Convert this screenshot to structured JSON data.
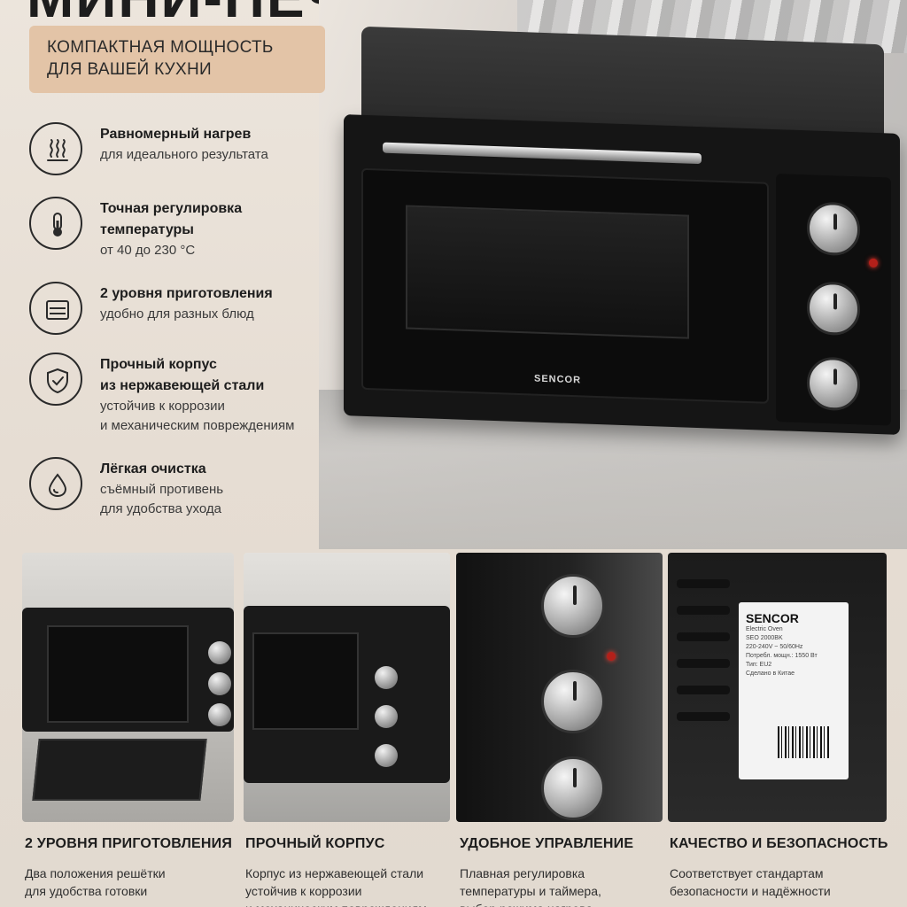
{
  "header": {
    "title": "МИНИ-ПЕЧЬ",
    "badge_lines": [
      "КОМПАКТНАЯ МОЩНОСТЬ",
      "ДЛЯ ВАШЕЙ КУХНИ"
    ]
  },
  "features": [
    {
      "icon": "heat-waves-icon",
      "title_lines": [
        "Равномерный нагрев"
      ],
      "desc_lines": [
        "для идеального результата"
      ]
    },
    {
      "icon": "thermometer-icon",
      "title_lines": [
        "Точная регулировка",
        "температуры"
      ],
      "desc_lines": [
        "от 40 до 230 °C"
      ]
    },
    {
      "icon": "oven-levels-icon",
      "title_lines": [
        "2 уровня приготовления"
      ],
      "desc_lines": [
        "удобно для разных блюд"
      ]
    },
    {
      "icon": "shield-check-icon",
      "title_lines": [
        "Прочный корпус",
        "из нержавеющей стали"
      ],
      "desc_lines": [
        "устойчив к коррозии",
        "и механическим повреждениям"
      ]
    },
    {
      "icon": "water-drop-icon",
      "title_lines": [
        "Лёгкая очистка"
      ],
      "desc_lines": [
        "съёмный противень",
        "для удобства ухода"
      ]
    }
  ],
  "hero": {
    "brand": "SENCOR"
  },
  "sticker": {
    "brand": "SENCOR",
    "lines": [
      "Electric Oven",
      "SEO 2000BK",
      "220-240V ~ 50/60Hz",
      "Потребл. мощн.: 1550 Вт",
      "Тип: EU2",
      "Сделано в Китае"
    ]
  },
  "gallery": [
    {
      "title": "2 УРОВНЯ ПРИГОТОВЛЕНИЯ",
      "lines": [
        "Два положения решётки",
        "для удобства готовки"
      ]
    },
    {
      "title": "ПРОЧНЫЙ КОРПУС",
      "lines": [
        "Корпус из нержавеющей стали",
        "устойчив к коррозии",
        "и механическим повреждениям"
      ]
    },
    {
      "title": "УДОБНОЕ УПРАВЛЕНИЕ",
      "lines": [
        "Плавная регулировка",
        "температуры и таймера,",
        "выбор режима нагрева"
      ]
    },
    {
      "title": "КАЧЕСТВО И БЕЗОПАСНОСТЬ",
      "lines": [
        "Соответствует стандартам",
        "безопасности и надёжности"
      ]
    }
  ],
  "colors": {
    "background": "#e8e0d6",
    "badge": "#e3c4a7",
    "text": "#1d1d1d"
  }
}
